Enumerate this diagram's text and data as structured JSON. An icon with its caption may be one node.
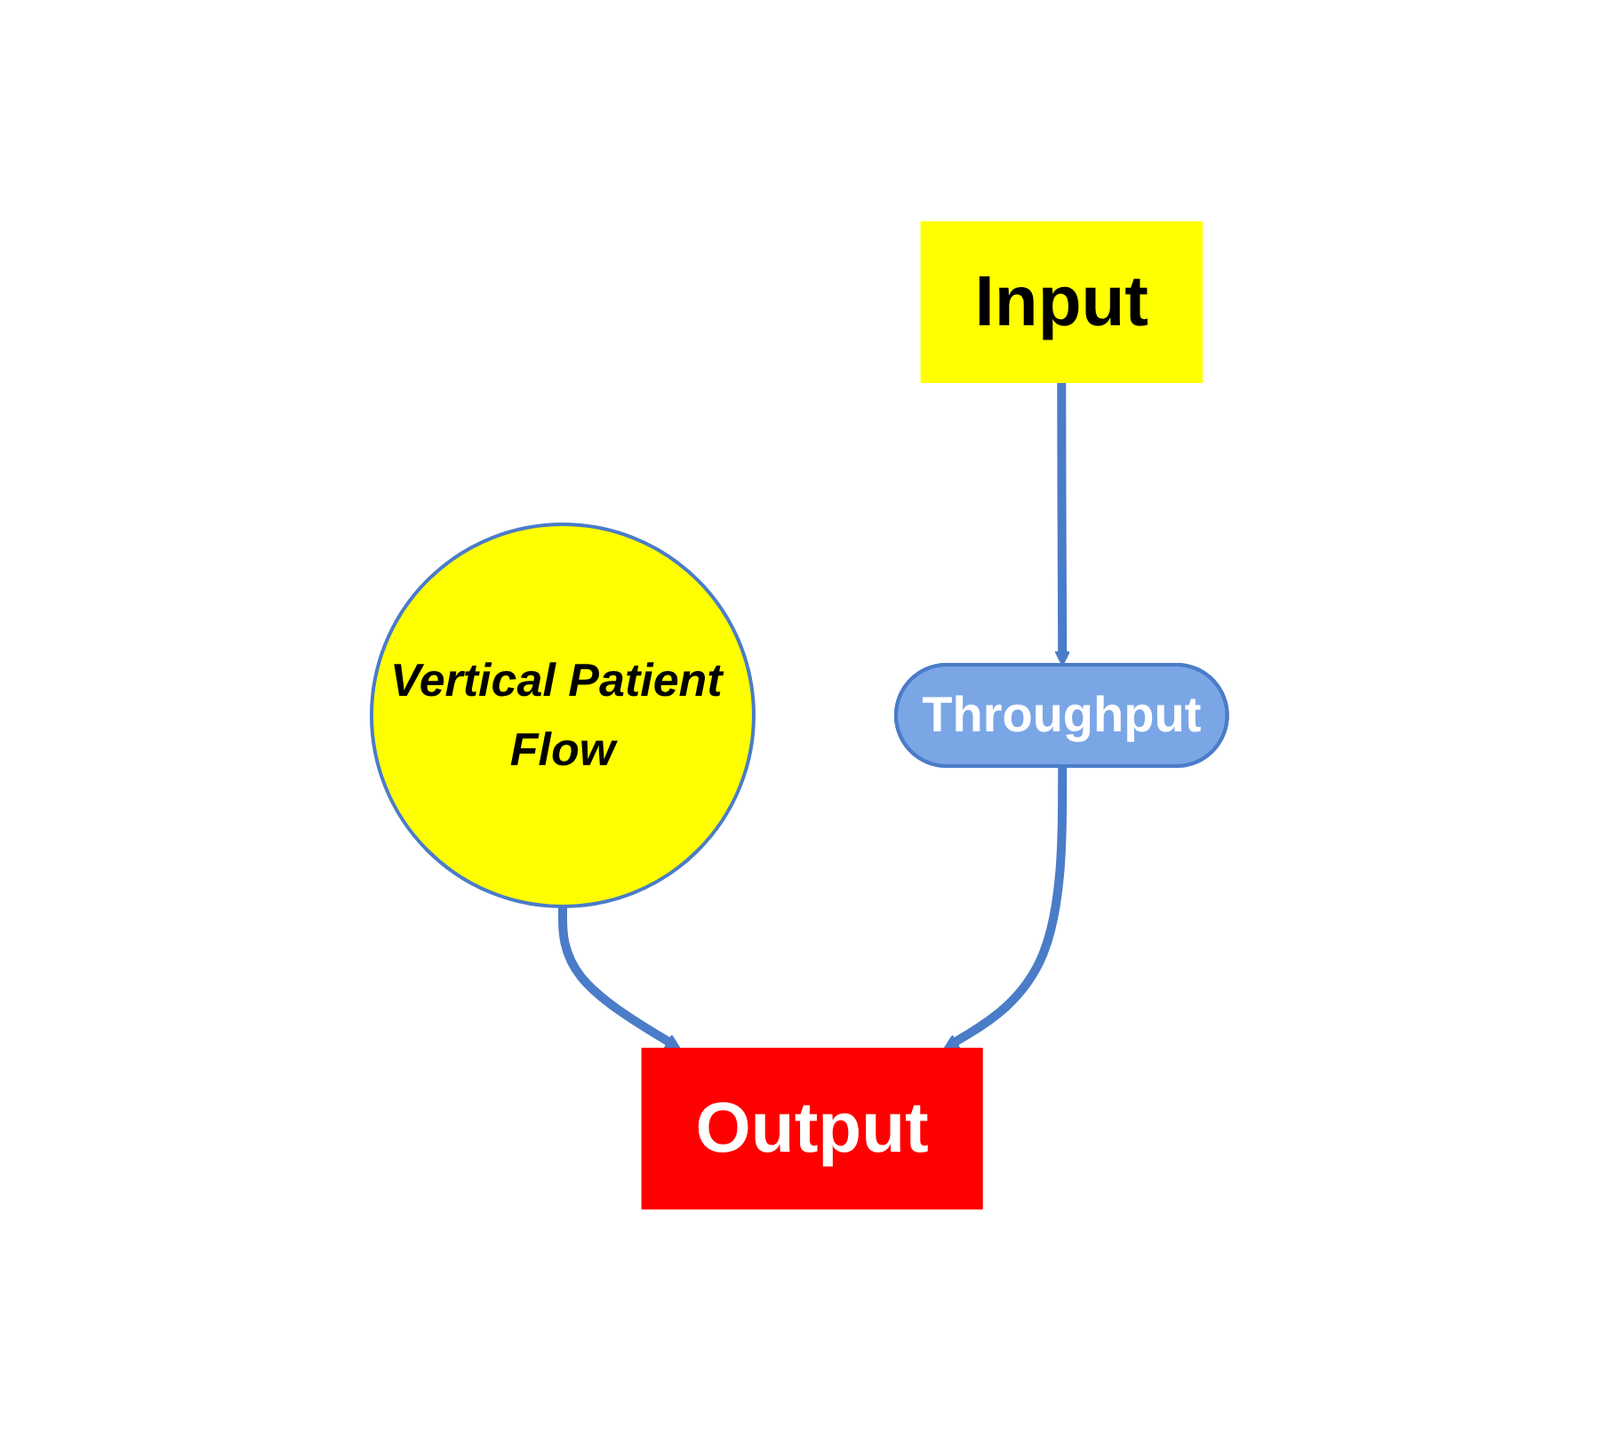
{
  "diagram": {
    "nodes": [
      {
        "text": [
          "Input"
        ]
      },
      {
        "text": [
          "Vertical Patient Flow"
        ]
      },
      {
        "text": [
          "Throughput"
        ]
      },
      {
        "text": [
          "Output"
        ]
      }
    ],
    "edges": [
      {
        "from": 0,
        "to": 2,
        "arrow": "to"
      },
      {
        "from": 1,
        "to": 3,
        "arrow": "to"
      },
      {
        "from": 2,
        "to": 3,
        "arrow": "to"
      }
    ]
  }
}
